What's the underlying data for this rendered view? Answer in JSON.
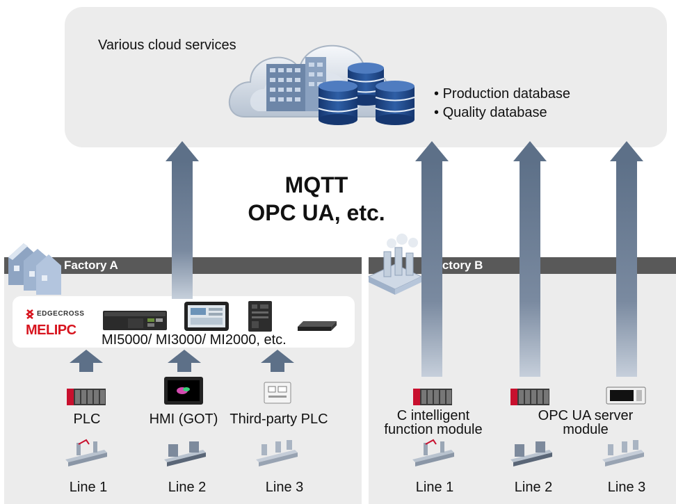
{
  "cloud": {
    "title": "Various cloud services",
    "databases": [
      "Production database",
      "Quality database"
    ]
  },
  "protocols": {
    "line1": "MQTT",
    "line2": "OPC UA, etc."
  },
  "factory_a": {
    "title": "Factory A",
    "edge_brand": "EDGECROSS",
    "ipc_brand": "MELIPC",
    "ipc_models": "MI5000/ MI3000/ MI2000, etc.",
    "devices": [
      "PLC",
      "HMI (GOT)",
      "Third-party PLC"
    ],
    "lines": [
      "Line 1",
      "Line 2",
      "Line 3"
    ]
  },
  "factory_b": {
    "title": "Factory B",
    "modules": [
      {
        "line1": "C intelligent",
        "line2": "function module"
      },
      {
        "line1": "OPC UA server",
        "line2": "module"
      }
    ],
    "lines": [
      "Line 1",
      "Line 2",
      "Line 3"
    ]
  },
  "colors": {
    "arrow": "#5d7088",
    "arrow_gradient_end": "#c6cfdb",
    "band": "#595959",
    "panel": "#ececec",
    "database": "#234a86",
    "melipc_red": "#d7141e"
  }
}
